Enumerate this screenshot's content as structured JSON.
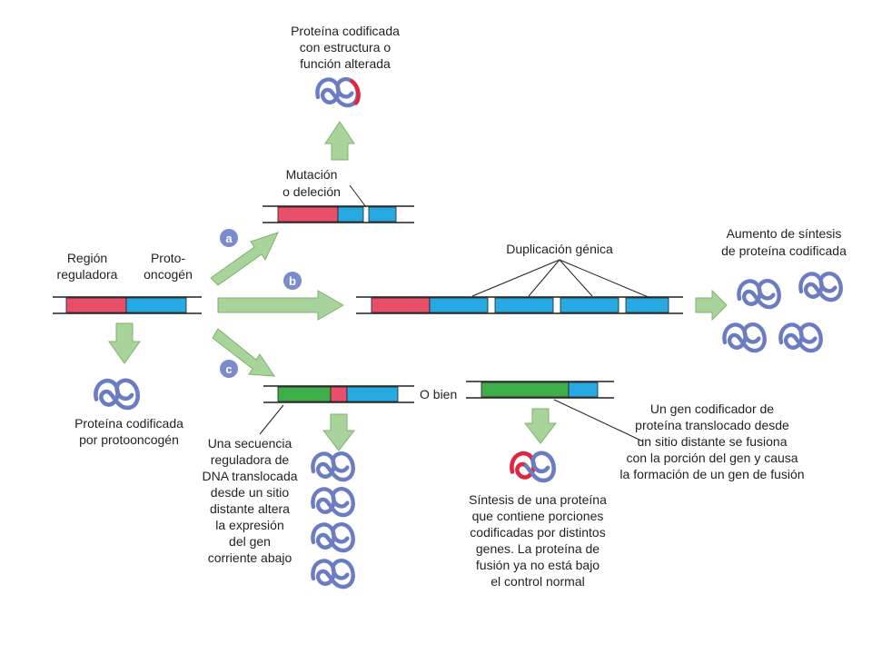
{
  "labels": {
    "altered_protein": [
      "Proteína codificada",
      "con estructura o",
      "función alterada"
    ],
    "mutation": [
      "Mutación",
      "o deleción"
    ],
    "regulatory_region": [
      "Región",
      "reguladora"
    ],
    "proto_oncogene": [
      "Proto-",
      "oncogén"
    ],
    "protooncogene_protein": [
      "Proteína codificada",
      "por protooncogén"
    ],
    "gene_duplication": "Duplicación génica",
    "increased_synthesis": [
      "Aumento de síntesis",
      "de proteína codificada"
    ],
    "or_else": "O bien",
    "translocated_regulatory": [
      "Una secuencia",
      "reguladora de",
      "DNA translocada",
      "desde un sitio",
      "distante altera",
      "la expresión",
      "del gen",
      "corriente abajo"
    ],
    "fusion_gene": [
      "Un gen codificador de",
      "proteína translocado desde",
      "un sitio distante se fusiona",
      "con la porción del gen y causa",
      "la formación de un gen de fusión"
    ],
    "fusion_protein": [
      "Síntesis de una proteína",
      "que contiene porciones",
      "codificadas por distintos",
      "genes. La proteína de",
      "fusión ya no está bajo",
      "el control normal"
    ]
  },
  "badges": {
    "a": "a",
    "b": "b",
    "c": "c"
  },
  "colors": {
    "regulatory": "#e8506a",
    "gene": "#27a9e1",
    "translocated": "#3fae49",
    "protein": "#6b7cc2",
    "fusion_red": "#e0253e",
    "arrow": "#a8d39a"
  },
  "icons": {
    "protein": "coiled-protein-icon"
  }
}
